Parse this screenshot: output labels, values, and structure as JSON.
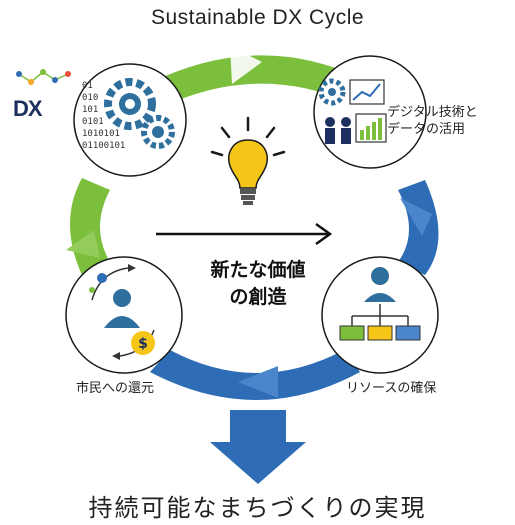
{
  "title": "Sustainable DX Cycle",
  "logo": {
    "text": "DX"
  },
  "nodes": {
    "top_left": {
      "icon": "gears-binary-icon"
    },
    "top_right": {
      "icon": "digital-data-analytics-icon",
      "label_line1": "デジタル技術と",
      "label_line2": "データの活用"
    },
    "bottom_right": {
      "icon": "org-chart-icon",
      "label": "リソースの確保"
    },
    "bottom_left": {
      "icon": "citizen-money-cycle-icon",
      "label": "市民への還元"
    }
  },
  "center": {
    "line1": "新たな価値",
    "line2": "の創造",
    "icon": "lightbulb-icon"
  },
  "footer": "持続可能なまちづくりの実現",
  "colors": {
    "green": "#7cbf3c",
    "blue": "#2e6cb5",
    "navy": "#1c2f5e",
    "teal": "#2f6f9e",
    "bulb": "#f5c518"
  }
}
